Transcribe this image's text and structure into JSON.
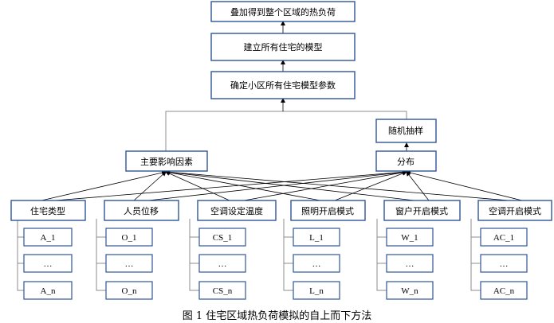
{
  "top_chain": [
    "叠加得到整个区域的热负荷",
    "建立所有住宅的模型",
    "确定小区所有住宅模型参数"
  ],
  "mid_nodes": {
    "left": "主要影响因素",
    "right": "分布",
    "sampling": "随机抽样"
  },
  "categories": [
    {
      "title": "住宅类型",
      "leaves": [
        "A_1",
        "…",
        "A_n"
      ]
    },
    {
      "title": "人员位移",
      "leaves": [
        "O_1",
        "…",
        "O_n"
      ]
    },
    {
      "title": "空调设定温度",
      "leaves": [
        "CS_1",
        "…",
        "CS_n"
      ]
    },
    {
      "title": "照明开启模式",
      "leaves": [
        "L_1",
        "…",
        "L_n"
      ]
    },
    {
      "title": "窗户开启模式",
      "leaves": [
        "W_1",
        "…",
        "W_n"
      ]
    },
    {
      "title": "空调开启模式",
      "leaves": [
        "AC_1",
        "…",
        "AC_n"
      ]
    }
  ],
  "caption": "图 1 住宅区域热负荷模拟的自上而下方法",
  "colors": {
    "box_border": "#2f5597",
    "arrow": "#000000",
    "connector": "#8c8c8c"
  }
}
